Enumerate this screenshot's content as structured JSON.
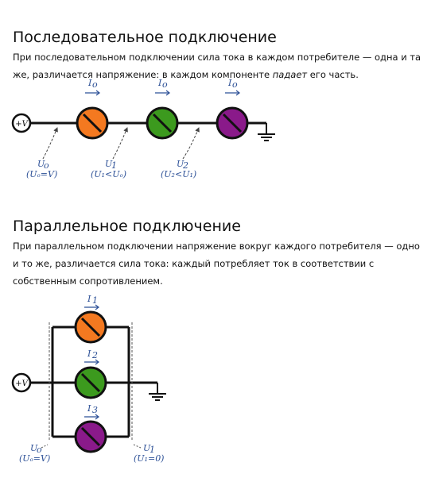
{
  "series_section": {
    "title": "Последовательное подключение",
    "text_before": "При последовательном подключении сила тока в каждом потребителе — одна и та же, различается напряжение: в каждом компоненте ",
    "text_em": "падает",
    "text_after": " его часть.",
    "source_label": "+V",
    "current_labels": [
      "I",
      "I",
      "I"
    ],
    "current_subs": [
      "o",
      "o",
      "o"
    ],
    "voltage_labels": [
      "U",
      "U",
      "U"
    ],
    "voltage_subs": [
      "o",
      "1",
      "2"
    ],
    "voltage_notes": [
      "(Uₒ=V)",
      "(U₁<Uₒ)",
      "(U₂<U₁)"
    ],
    "lamp_colors": [
      "#f47920",
      "#3c9a1e",
      "#8a1a8a"
    ]
  },
  "parallel_section": {
    "title": "Параллельное подключение",
    "text": "При параллельном подключении напряжение вокруг каждого потребителя — одно и то же, различается сила тока: каждый потребляет ток в соответствии с собственным сопротивлением.",
    "source_label": "+V",
    "current_labels": [
      "I",
      "I",
      "I"
    ],
    "current_subs": [
      "1",
      "2",
      "3"
    ],
    "voltage_labels": [
      "U",
      "U"
    ],
    "voltage_subs": [
      "o",
      "1"
    ],
    "voltage_notes": [
      "(Uₒ=V)",
      "(U₁=0)"
    ],
    "lamp_colors": [
      "#f47920",
      "#3c9a1e",
      "#8a1a8a"
    ]
  }
}
